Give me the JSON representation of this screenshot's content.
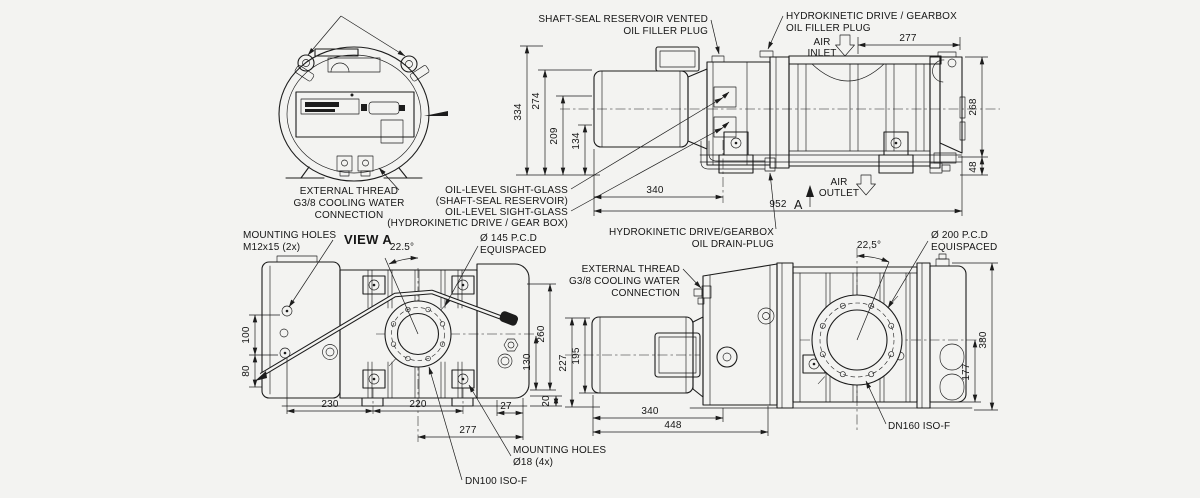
{
  "colors": {
    "background": "#f3f3f1",
    "ink": "#1c1c1c"
  },
  "oval_view": {
    "external_thread": [
      "EXTERNAL THREAD",
      "G3/8 COOLING WATER",
      "CONNECTION"
    ]
  },
  "side_view": {
    "shaft_seal_plug": [
      "SHAFT-SEAL RESERVOIR VENTED",
      "OIL FILLER PLUG"
    ],
    "gearbox_filler_plug": [
      "HYDROKINETIC DRIVE / GEARBOX",
      "OIL FILLER PLUG"
    ],
    "air_inlet": [
      "AIR",
      "INLET"
    ],
    "air_outlet": [
      "AIR",
      "OUTLET"
    ],
    "view_marker": "A",
    "sight_glass_shaft": [
      "OIL-LEVEL SIGHT-GLASS",
      "(SHAFT-SEAL RESERVOIR)"
    ],
    "sight_glass_drive": [
      "OIL-LEVEL SIGHT-GLASS",
      "(HYDROKINETIC DRIVE / GEAR BOX)"
    ],
    "drain_plug": [
      "HYDROKINETIC DRIVE/GEARBOX",
      "OIL DRAIN-PLUG"
    ],
    "dims": {
      "overall_height": "334",
      "h274": "274",
      "h209": "209",
      "h134": "134",
      "w340": "340",
      "overall_length": "952",
      "w277": "277",
      "h268": "268",
      "h48": "48"
    }
  },
  "view_a": {
    "title": "VIEW A",
    "mounting_holes_m12": [
      "MOUNTING HOLES",
      "M12x15 (2x)"
    ],
    "pcd_145": [
      "Ø 145 P.C.D",
      "EQUISPACED"
    ],
    "angle": "22.5°",
    "mounting_holes_18": [
      "MOUNTING HOLES",
      "Ø18 (4x)"
    ],
    "flange": "DN100 ISO-F",
    "dims": {
      "h100": "100",
      "h80": "80",
      "w230": "230",
      "w220": "220",
      "w27": "27",
      "w277": "277",
      "h260": "260",
      "h130": "130",
      "h20": "20"
    }
  },
  "rear_view": {
    "external_thread": [
      "EXTERNAL THREAD",
      "G3/8 COOLING WATER",
      "CONNECTION"
    ],
    "pcd_200": [
      "Ø 200 P.C.D",
      "EQUISPACED"
    ],
    "angle": "22,5°",
    "flange": "DN160 ISO-F",
    "dims": {
      "w227": "227",
      "w195": "195",
      "w340": "340",
      "w448": "448",
      "h380": "380",
      "h177": "177"
    }
  }
}
